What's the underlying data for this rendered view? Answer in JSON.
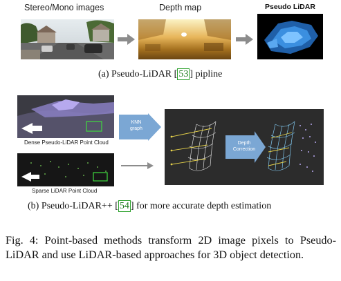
{
  "top": {
    "label_input": "Stereo/Mono images",
    "label_depth": "Depth map",
    "label_pseudo": "Pseudo LiDAR",
    "caption_prefix": "(a)  Pseudo-LiDAR [",
    "caption_ref": "53",
    "caption_suffix": "] pipline"
  },
  "middle": {
    "label_dense": "Dense Pseudo-LiDAR Point Cloud",
    "label_sparse": "Sparse LiDAR Point Cloud",
    "knn_line1": "KNN",
    "knn_line2": "graph",
    "depth_line1": "Depth",
    "depth_line2": "Correction",
    "caption_prefix": "(b)  Pseudo-LiDAR++ [",
    "caption_ref": "54",
    "caption_suffix": "] for more accurate depth estimation"
  },
  "figure": {
    "caption": "Fig. 4: Point-based methods transform 2D image pixels to Pseudo-LiDAR and use LiDAR-based approaches for 3D object detection."
  },
  "colors": {
    "arrow_gray": "#8c8c8c",
    "callout_blue": "#7ba7d4",
    "ref_green": "#2aa02a"
  }
}
